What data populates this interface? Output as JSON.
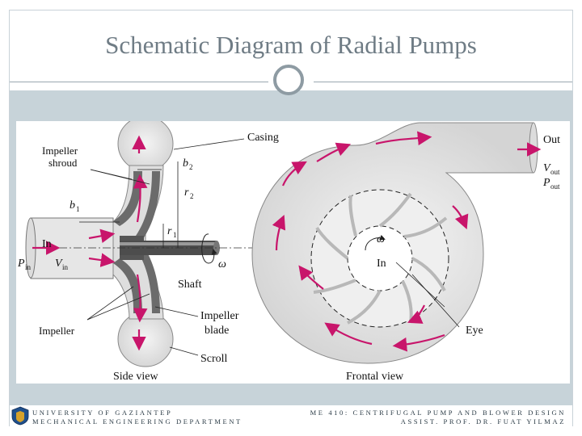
{
  "slide": {
    "title": "Schematic Diagram of Radial Pumps"
  },
  "diagram": {
    "labels": {
      "casing": "Casing",
      "impeller_shroud_1": "Impeller",
      "impeller_shroud_2": "shroud",
      "b2": "b",
      "b2_sub": "2",
      "b1": "b",
      "b1_sub": "1",
      "r2": "r",
      "r2_sub": "2",
      "r1": "r",
      "r1_sub": "1",
      "in_side": "In",
      "p_in": "P",
      "p_in_sub": "in",
      "v_in": "V",
      "v_in_sub": "in",
      "omega_side": "ω",
      "shaft": "Shaft",
      "impeller": "Impeller",
      "impeller_blade_1": "Impeller",
      "impeller_blade_2": "blade",
      "scroll": "Scroll",
      "side_view": "Side view",
      "out": "Out",
      "v_out": "V",
      "v_out_sub": "out",
      "p_out": "P",
      "p_out_sub": "out",
      "omega_front": "ω",
      "in_front": "In",
      "eye": "Eye",
      "frontal_view": "Frontal view"
    }
  },
  "footer": {
    "left_line1": "UNIVERSITY OF GAZIANTEP",
    "left_line2": "MECHANICAL ENGINEERING DEPARTMENT",
    "right_line1": "ME 410: CENTRIFUGAL PUMP AND BLOWER DESIGN",
    "right_line2": "ASSIST. PROF. DR. FUAT YILMAZ"
  },
  "colors": {
    "accent": "#c8156b",
    "band": "#c7d3d9",
    "title": "#6f7c85"
  }
}
